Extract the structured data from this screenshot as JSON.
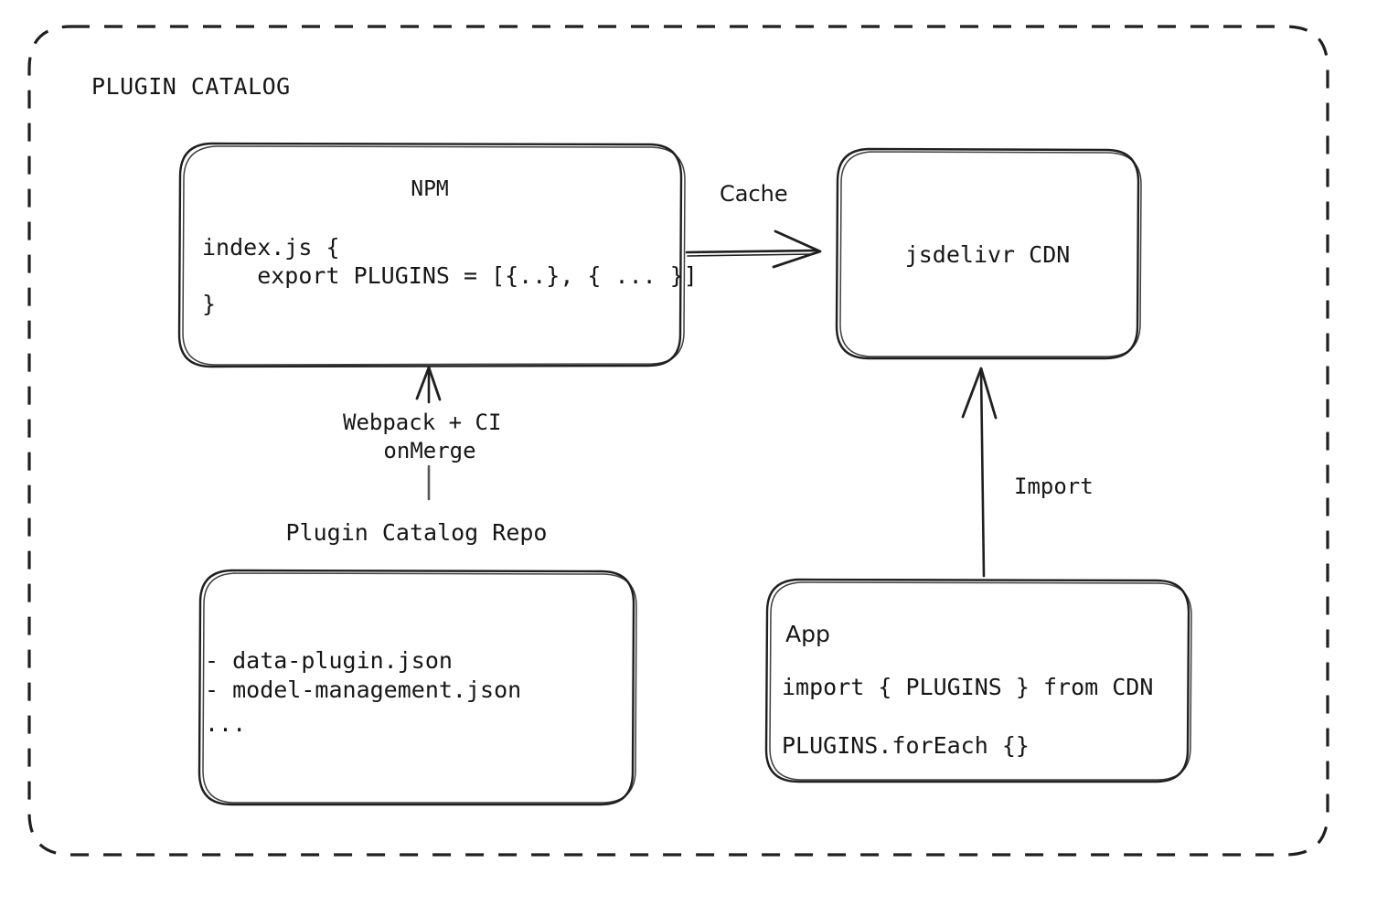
{
  "diagram": {
    "frame": {
      "title": "PLUGIN CATALOG",
      "border_style": "dashed",
      "border_color": "#1f1f1f",
      "background": "#ffffff"
    },
    "nodes": {
      "npm": {
        "title": "NPM",
        "code_lines": [
          "index.js {",
          "    export PLUGINS = [{..}, { ... }]",
          "}"
        ]
      },
      "cdn": {
        "label": "jsdelivr CDN"
      },
      "repo": {
        "caption": "Plugin Catalog Repo",
        "lines": [
          "- data-plugin.json",
          "- model-management.json",
          "..."
        ]
      },
      "app": {
        "title": "App",
        "code_lines": [
          "import { PLUGINS } from CDN",
          "PLUGINS.forEach {}"
        ]
      }
    },
    "edges": {
      "cache": {
        "label": "Cache",
        "from": "npm",
        "to": "cdn",
        "direction": "right"
      },
      "build": {
        "label_line_1": "Webpack + CI",
        "label_line_2": "onMerge",
        "from": "repo",
        "to": "npm",
        "direction": "up"
      },
      "import": {
        "label": "Import",
        "from": "app",
        "to": "cdn",
        "direction": "up"
      }
    }
  }
}
